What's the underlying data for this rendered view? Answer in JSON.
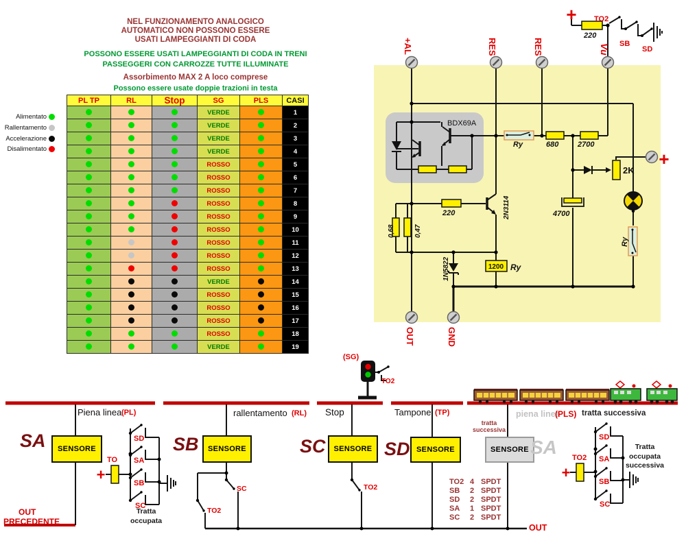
{
  "notes": {
    "red1": "NEL FUNZIONAMENTO ANALOGICO",
    "red2": "AUTOMATICO NON POSSONO ESSERE",
    "red3": "USATI LAMPEGGIANTI DI CODA",
    "green1": "POSSONO ESSERE USATI LAMPEGGIANTI DI CODA IN TRENI",
    "green2": "PASSEGGERI CON CARROZZE TUTTE ILLUMINATE",
    "red4": "Assorbimento MAX 2 A loco comprese",
    "green3": "Possono essere usate doppie trazioni in testa"
  },
  "legend": {
    "items": [
      {
        "label": "Alimentato",
        "color": "#00DE00"
      },
      {
        "label": "Rallentamento",
        "color": "#C6C6C6"
      },
      {
        "label": "Accelerazione",
        "color": "#0A0A0A"
      },
      {
        "label": "Disalimentato",
        "color": "#F00000"
      }
    ]
  },
  "table": {
    "headers": [
      "PL TP",
      "RL",
      "Stop",
      "SG",
      "PLS",
      "CASI"
    ],
    "col_colors": [
      "#9BCB55",
      "#FBCFA0",
      "#ABABAB",
      "#D8DE52",
      "#FB9712",
      "#000000"
    ],
    "dot_colors": {
      "green": "#00DE00",
      "gray": "#C6C6C6",
      "black": "#0A0A0A",
      "red": "#F00000"
    },
    "sg_colors": {
      "VERDE": "#007A00",
      "ROSSO": "#E00000"
    },
    "rows": [
      {
        "pl_tp": "green",
        "rl": "green",
        "stop": "green",
        "sg": "VERDE",
        "pls": "green",
        "caso": "1"
      },
      {
        "pl_tp": "green",
        "rl": "green",
        "stop": "green",
        "sg": "VERDE",
        "pls": "green",
        "caso": "2"
      },
      {
        "pl_tp": "green",
        "rl": "green",
        "stop": "green",
        "sg": "VERDE",
        "pls": "green",
        "caso": "3"
      },
      {
        "pl_tp": "green",
        "rl": "green",
        "stop": "green",
        "sg": "VERDE",
        "pls": "green",
        "caso": "4"
      },
      {
        "pl_tp": "green",
        "rl": "green",
        "stop": "green",
        "sg": "ROSSO",
        "pls": "green",
        "caso": "5"
      },
      {
        "pl_tp": "green",
        "rl": "green",
        "stop": "green",
        "sg": "ROSSO",
        "pls": "green",
        "caso": "6"
      },
      {
        "pl_tp": "green",
        "rl": "green",
        "stop": "green",
        "sg": "ROSSO",
        "pls": "green",
        "caso": "7"
      },
      {
        "pl_tp": "green",
        "rl": "green",
        "stop": "red",
        "sg": "ROSSO",
        "pls": "green",
        "caso": "8"
      },
      {
        "pl_tp": "green",
        "rl": "green",
        "stop": "red",
        "sg": "ROSSO",
        "pls": "green",
        "caso": "9"
      },
      {
        "pl_tp": "green",
        "rl": "green",
        "stop": "red",
        "sg": "ROSSO",
        "pls": "green",
        "caso": "10"
      },
      {
        "pl_tp": "green",
        "rl": "gray",
        "stop": "red",
        "sg": "ROSSO",
        "pls": "green",
        "caso": "11"
      },
      {
        "pl_tp": "green",
        "rl": "gray",
        "stop": "red",
        "sg": "ROSSO",
        "pls": "green",
        "caso": "12"
      },
      {
        "pl_tp": "green",
        "rl": "red",
        "stop": "red",
        "sg": "ROSSO",
        "pls": "green",
        "caso": "13"
      },
      {
        "pl_tp": "green",
        "rl": "black",
        "stop": "black",
        "sg": "VERDE",
        "pls": "black",
        "caso": "14"
      },
      {
        "pl_tp": "green",
        "rl": "black",
        "stop": "black",
        "sg": "ROSSO",
        "pls": "black",
        "caso": "15"
      },
      {
        "pl_tp": "green",
        "rl": "black",
        "stop": "black",
        "sg": "ROSSO",
        "pls": "black",
        "caso": "16"
      },
      {
        "pl_tp": "green",
        "rl": "black",
        "stop": "black",
        "sg": "ROSSO",
        "pls": "black",
        "caso": "17"
      },
      {
        "pl_tp": "green",
        "rl": "green",
        "stop": "green",
        "sg": "ROSSO",
        "pls": "green",
        "caso": "18"
      },
      {
        "pl_tp": "green",
        "rl": "green",
        "stop": "green",
        "sg": "VERDE",
        "pls": "green",
        "caso": "19"
      }
    ]
  },
  "circuit": {
    "plus": "+",
    "terminals": {
      "al": "+AL",
      "res1": "RES",
      "res2": "RES",
      "vu": "Vu",
      "out": "OUT",
      "gnd": "GND"
    },
    "labels": {
      "to2_top": "TO2",
      "r_top": "220",
      "sb_top": "SB",
      "sd_top": "SD",
      "bdx": "BDX69A",
      "ry_contact": "Ry",
      "r680": "680",
      "r2700": "2700",
      "pot": "2K",
      "r220": "220",
      "tr": "2N3114",
      "c068": "0,68",
      "c047": "0,47",
      "c4700": "4700",
      "diode": "1N5822",
      "coil_val": "1200",
      "coil_ry": "Ry",
      "ry_lamp": "Ry"
    }
  },
  "track": {
    "segments": [
      {
        "name": "Piena linea",
        "tag": "(PL)"
      },
      {
        "name": "rallentamento",
        "tag": "(RL)"
      },
      {
        "name": "Stop",
        "tag": ""
      },
      {
        "name": "Tampone",
        "tag": "(TP)"
      },
      {
        "name": "piena linea",
        "tag": "(PLS)"
      },
      {
        "name": "tratta successiva",
        "tag": ""
      }
    ],
    "sensor_box": "SENSORE",
    "sensors": {
      "sa": "SA",
      "sb": "SB",
      "sc": "SC",
      "sd": "SD",
      "ghost": "SA"
    },
    "next_small1": "tratta",
    "next_small2": "successiva",
    "signal": {
      "tag": "(SG)",
      "sw": "TO2"
    },
    "chain_left": {
      "plus": "+",
      "res": "TO",
      "sw": [
        "SD",
        "SA",
        "SB",
        "SC"
      ],
      "note1": "Tratta",
      "note2": "occupata"
    },
    "chain_sb": {
      "sw1": "SC",
      "sw2": "TO2"
    },
    "chain_sc": {
      "sw": "TO2"
    },
    "chain_right": {
      "plus": "+",
      "res": "TO2",
      "sw": [
        "SD",
        "SA",
        "SB",
        "SC"
      ],
      "note": [
        "Tratta",
        "occupata",
        "successiva"
      ]
    },
    "out_label": "OUT",
    "out_prev1": "OUT",
    "out_prev2": "PRECEDENTE",
    "spdt": [
      {
        "name": "TO2",
        "qty": "4",
        "type": "SPDT"
      },
      {
        "name": "SB",
        "qty": "2",
        "type": "SPDT"
      },
      {
        "name": "SD",
        "qty": "2",
        "type": "SPDT"
      },
      {
        "name": "SA",
        "qty": "1",
        "type": "SPDT"
      },
      {
        "name": "SC",
        "qty": "2",
        "type": "SPDT"
      }
    ]
  }
}
